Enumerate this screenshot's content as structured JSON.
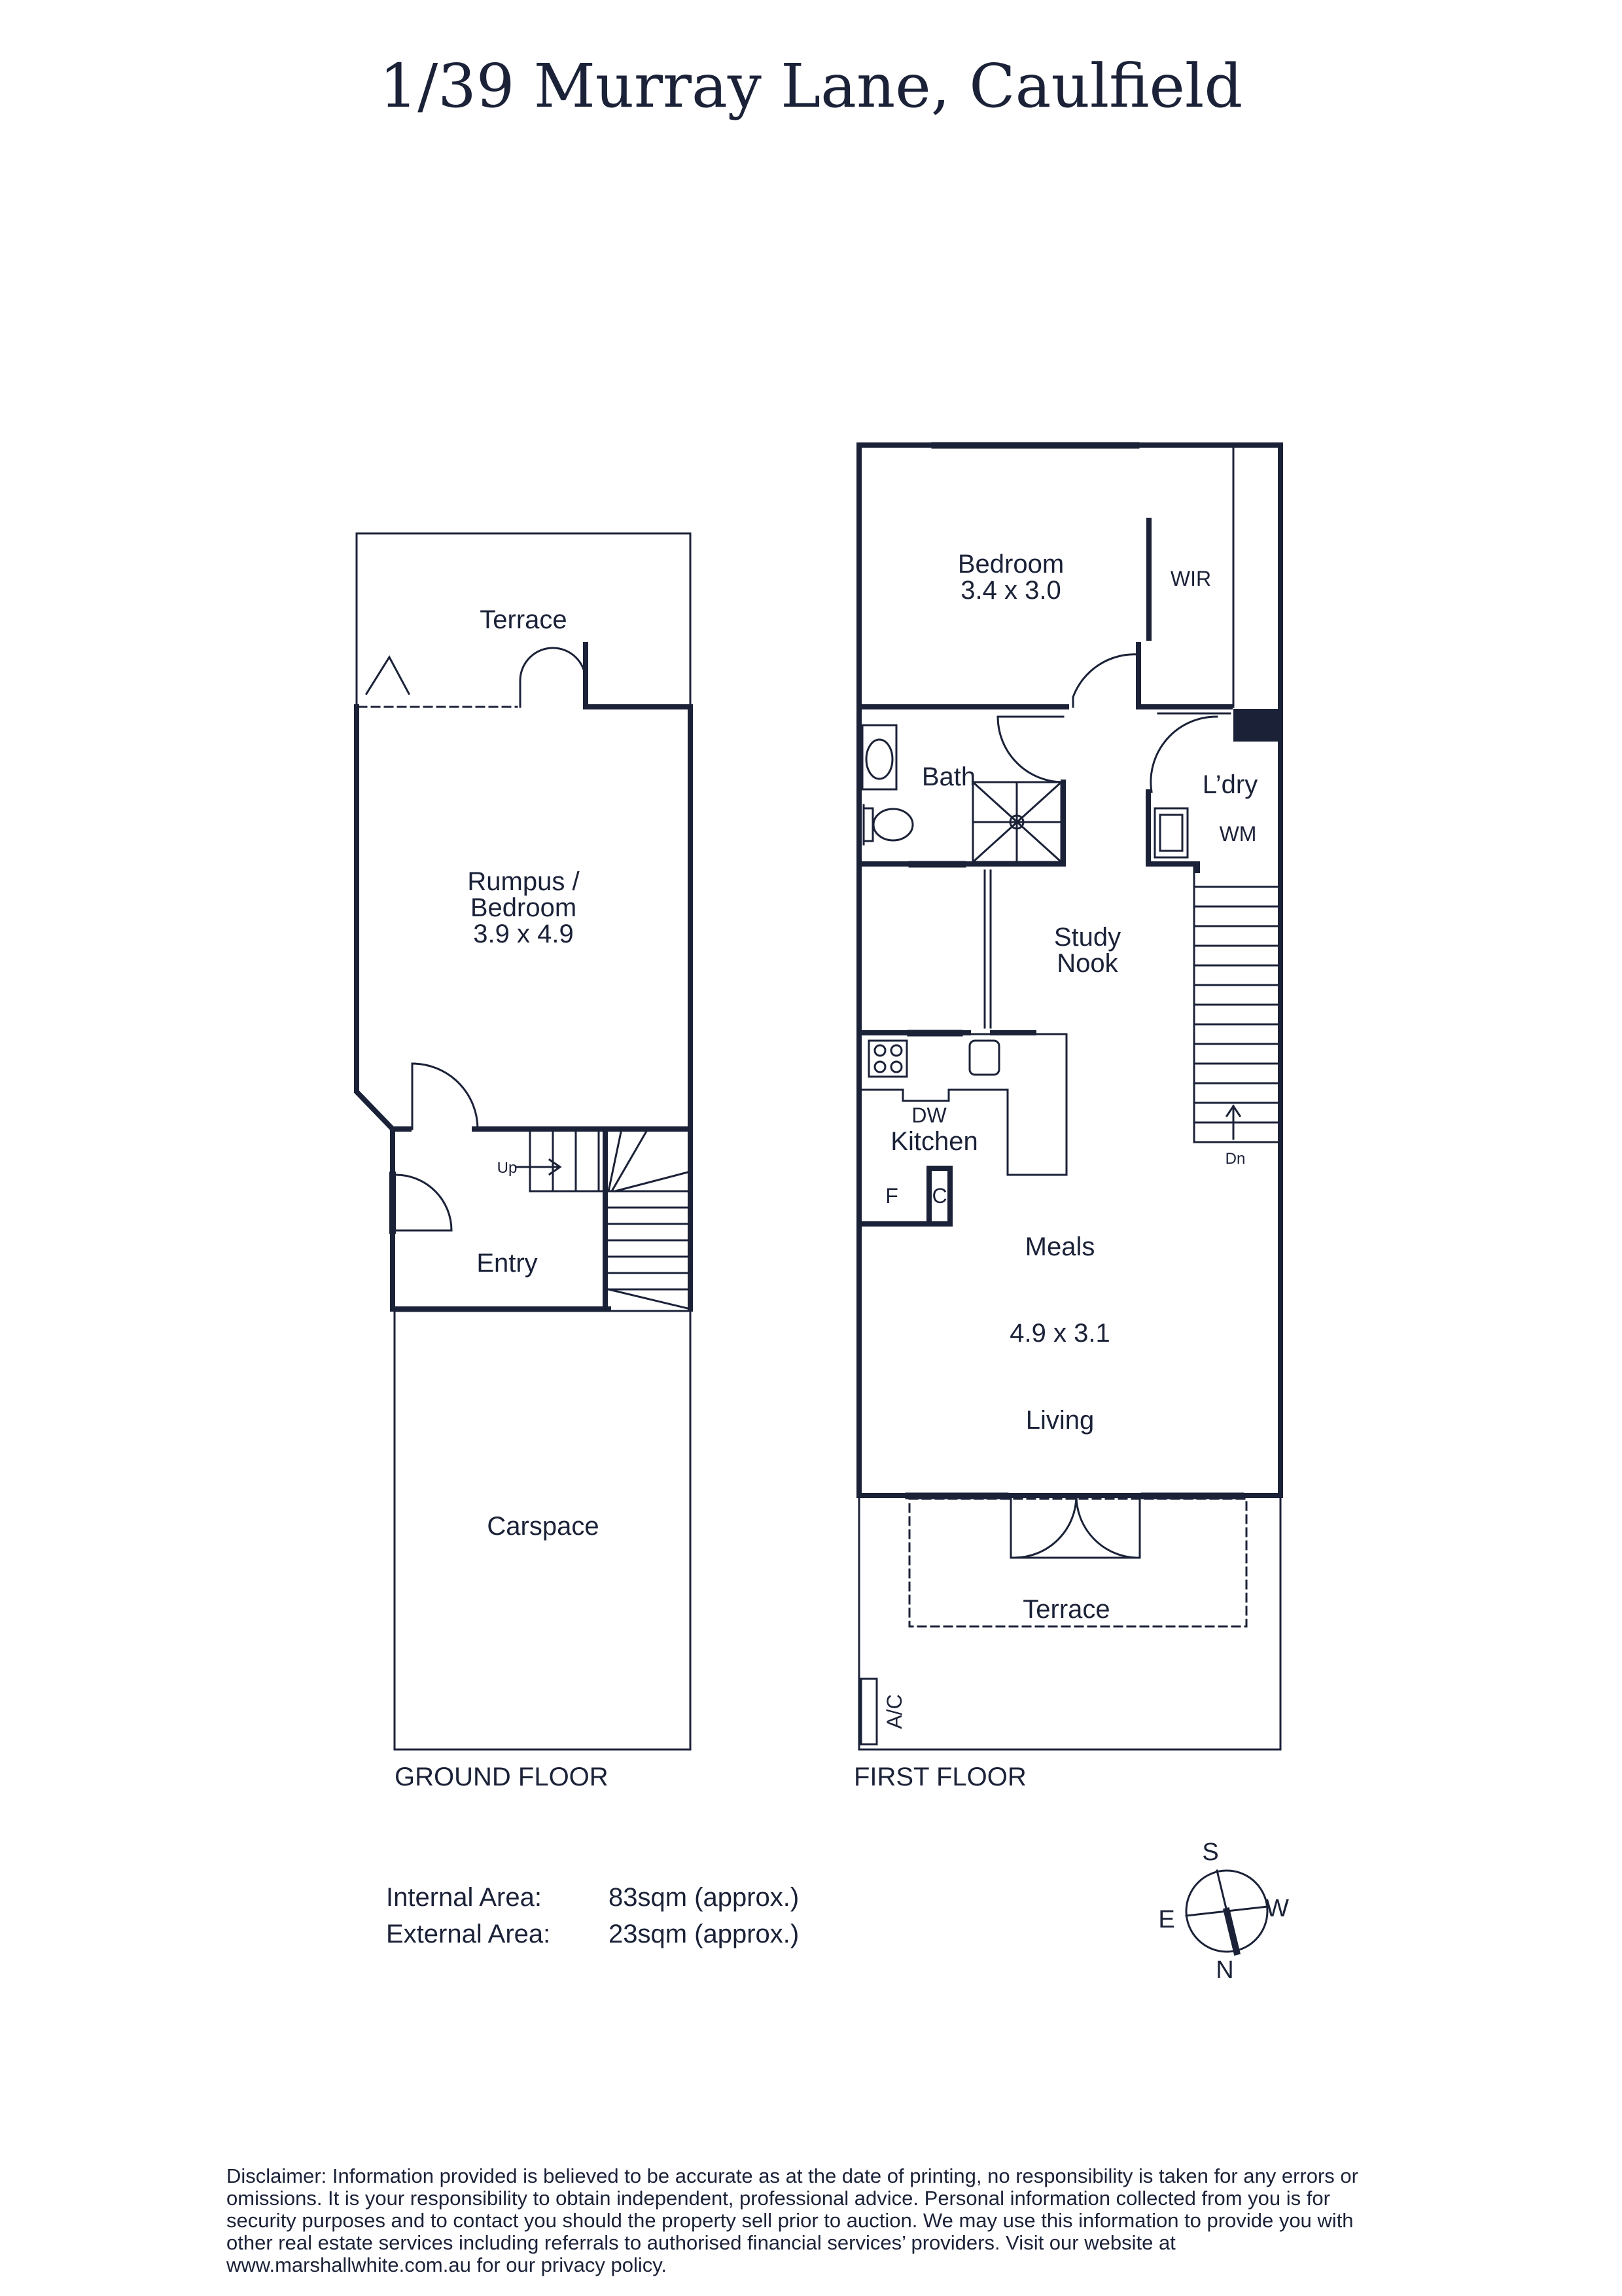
{
  "title": "1/39 Murray Lane, Caulfield",
  "ground_floor": {
    "label": "GROUND FLOOR",
    "rooms": {
      "terrace": "Terrace",
      "rumpus_line1": "Rumpus /",
      "rumpus_line2": "Bedroom",
      "rumpus_dims": "3.9 x 4.9",
      "entry": "Entry",
      "stairs_up": "Up",
      "carspace": "Carspace"
    }
  },
  "first_floor": {
    "label": "FIRST FLOOR",
    "rooms": {
      "bedroom": "Bedroom",
      "bedroom_dims": "3.4 x 3.0",
      "wir": "WIR",
      "bath": "Bath",
      "laundry": "L’dry",
      "wm": "WM",
      "study_line1": "Study",
      "study_line2": "Nook",
      "dw": "DW",
      "kitchen": "Kitchen",
      "fridge": "F",
      "cupboard": "C",
      "meals": "Meals",
      "meals_dims": "4.9 x 3.1",
      "living": "Living",
      "stairs_down": "Dn",
      "terrace": "Terrace",
      "ac": "A/C"
    }
  },
  "areas": {
    "internal_label": "Internal Area:",
    "internal_value": "83sqm (approx.)",
    "external_label": "External Area:",
    "external_value": "23sqm (approx.)"
  },
  "compass": {
    "s": "S",
    "w": "W",
    "e": "E",
    "n": "N"
  },
  "disclaimer": "Disclaimer: Information provided is believed to be accurate as at the date of printing, no responsibility is taken for any errors or omissions. It is your responsibility to obtain independent, professional advice. Personal information collected from you is for security purposes and to contact you should the property sell prior to auction. We may use this information to provide you with other real estate services including referrals to authorised financial services’ providers. Visit our website at www.marshallwhite.com.au for our privacy policy.",
  "colors": {
    "ink": "#1b2238",
    "background": "#ffffff"
  }
}
